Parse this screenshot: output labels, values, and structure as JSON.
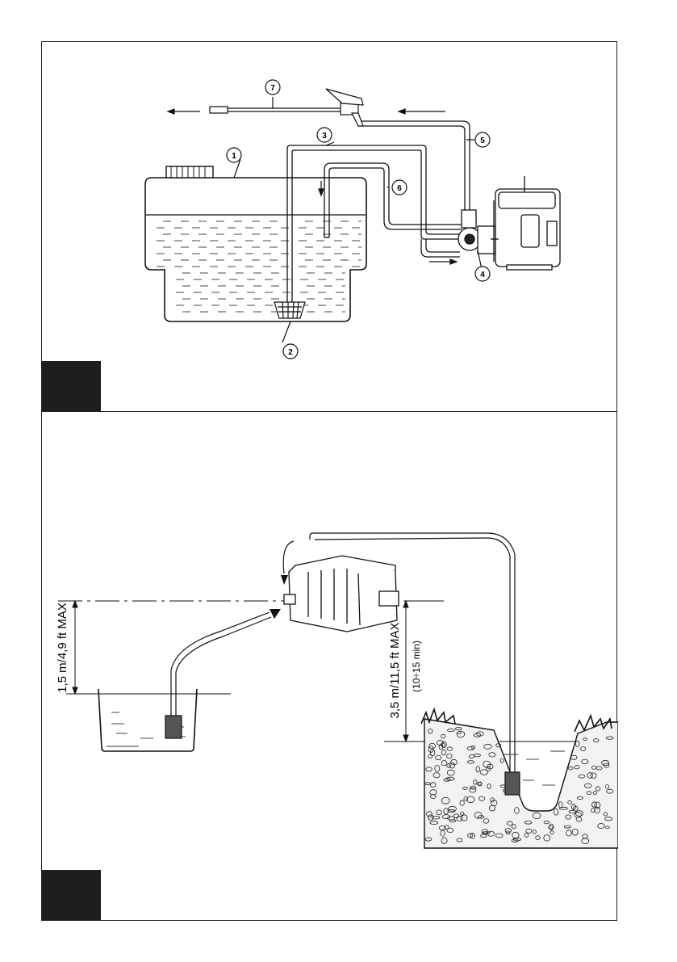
{
  "top_diagram": {
    "callouts": [
      "1",
      "2",
      "3",
      "4",
      "5",
      "6",
      "7"
    ]
  },
  "bottom_diagram": {
    "label_left_height": "1,5 m/4,9 ft MAX",
    "label_right_height": "3,5 m/11,5 ft MAX",
    "label_right_note": "(10÷15 min)"
  }
}
